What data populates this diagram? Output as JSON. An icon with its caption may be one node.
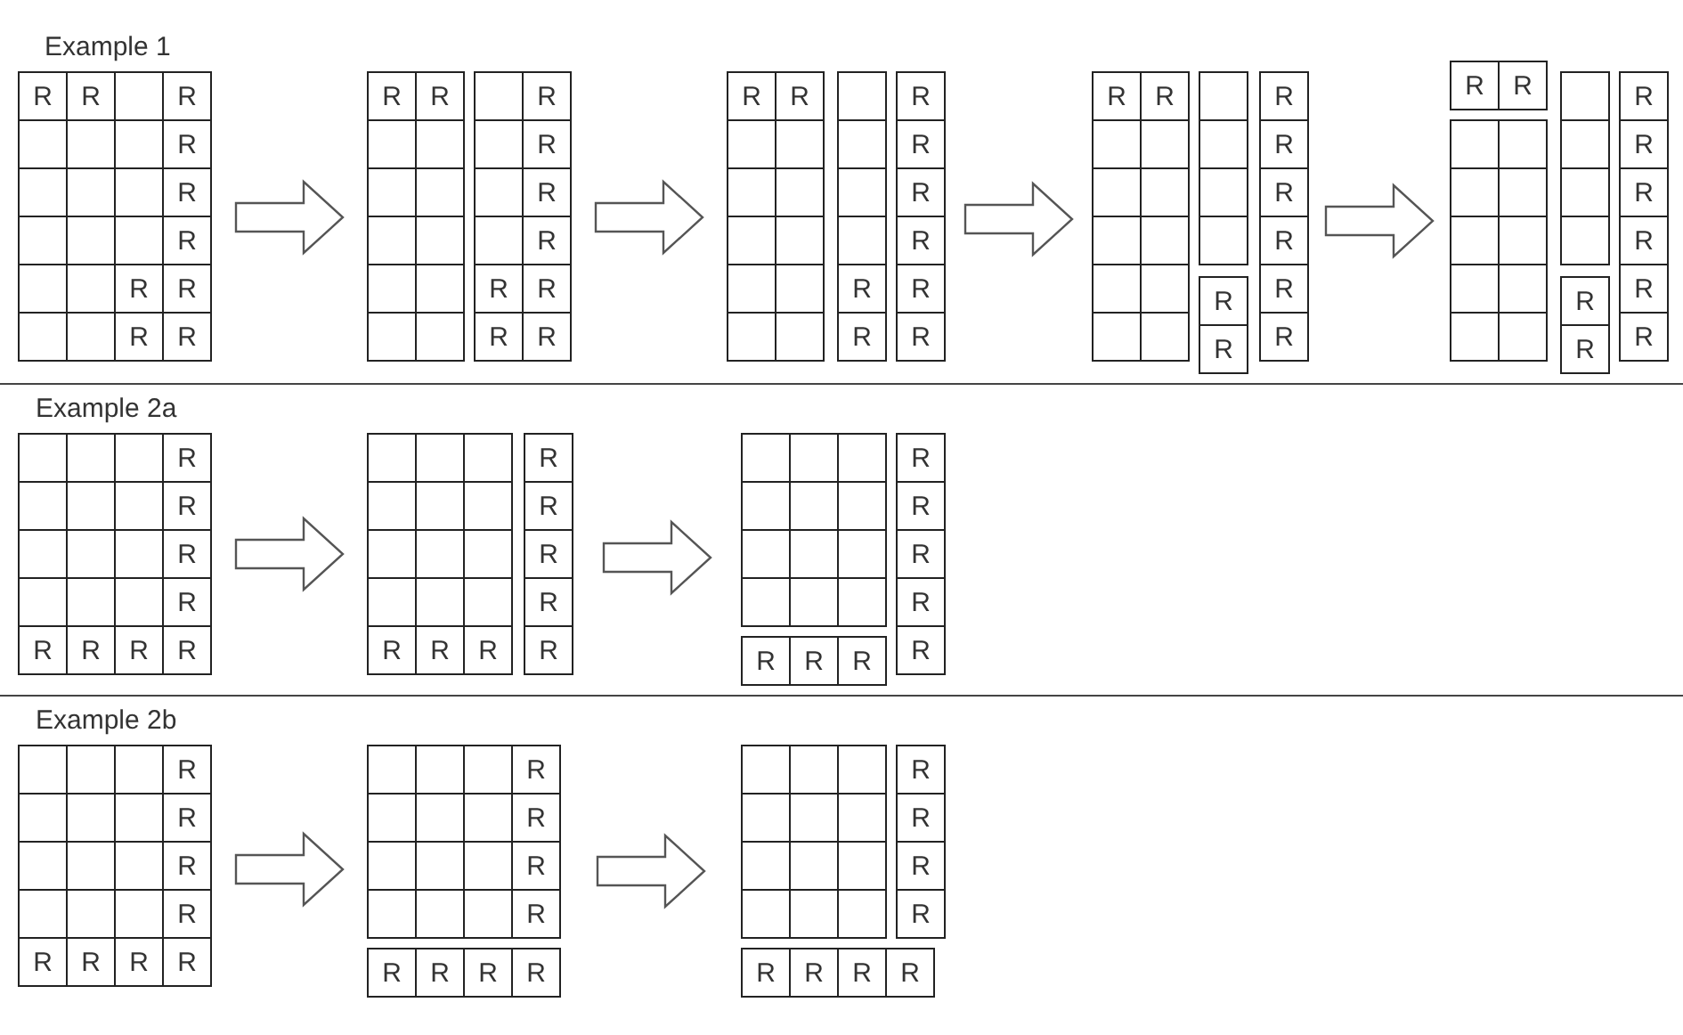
{
  "diagram": {
    "nodes": [
      {
        "text": [
          "R",
          "R",
          "R",
          "R",
          "R",
          "R",
          "R",
          "R",
          "R",
          "R"
        ]
      },
      {
        "text": [
          "R",
          "R",
          "R",
          "R",
          "R",
          "R",
          "R",
          "R",
          "R",
          "R"
        ]
      },
      {
        "text": [
          "R",
          "R",
          "R",
          "R",
          "R",
          "R",
          "R",
          "R",
          "R",
          "R"
        ]
      },
      {
        "text": [
          "R",
          "R",
          "R",
          "R",
          "R",
          "R",
          "R",
          "R",
          "R",
          "R"
        ]
      },
      {
        "text": [
          "R",
          "R",
          "R",
          "R",
          "R",
          "R",
          "R",
          "R",
          "R",
          "R"
        ]
      },
      {
        "text": [
          "R",
          "R",
          "R",
          "R",
          "R",
          "R",
          "R",
          "R"
        ]
      },
      {
        "text": [
          "R",
          "R",
          "R",
          "R",
          "R",
          "R",
          "R",
          "R"
        ]
      },
      {
        "text": [
          "R",
          "R",
          "R",
          "R",
          "R",
          "R",
          "R",
          "R"
        ]
      },
      {
        "text": [
          "R",
          "R",
          "R",
          "R",
          "R",
          "R",
          "R",
          "R"
        ]
      },
      {
        "text": [
          "R",
          "R",
          "R",
          "R",
          "R",
          "R",
          "R",
          "R"
        ]
      },
      {
        "text": [
          "R",
          "R",
          "R",
          "R",
          "R",
          "R",
          "R",
          "R"
        ]
      }
    ],
    "edges": [
      {
        "from": 0,
        "to": 1,
        "arrow": "to"
      },
      {
        "from": 1,
        "to": 2,
        "arrow": "to"
      },
      {
        "from": 2,
        "to": 3,
        "arrow": "to"
      },
      {
        "from": 3,
        "to": 4,
        "arrow": "to"
      },
      {
        "from": 5,
        "to": 6,
        "arrow": "to"
      },
      {
        "from": 6,
        "to": 7,
        "arrow": "to"
      },
      {
        "from": 8,
        "to": 9,
        "arrow": "to"
      },
      {
        "from": 9,
        "to": 10,
        "arrow": "to"
      }
    ],
    "labels": [
      "Example 1",
      "Example 2a",
      "Example 2b"
    ]
  }
}
